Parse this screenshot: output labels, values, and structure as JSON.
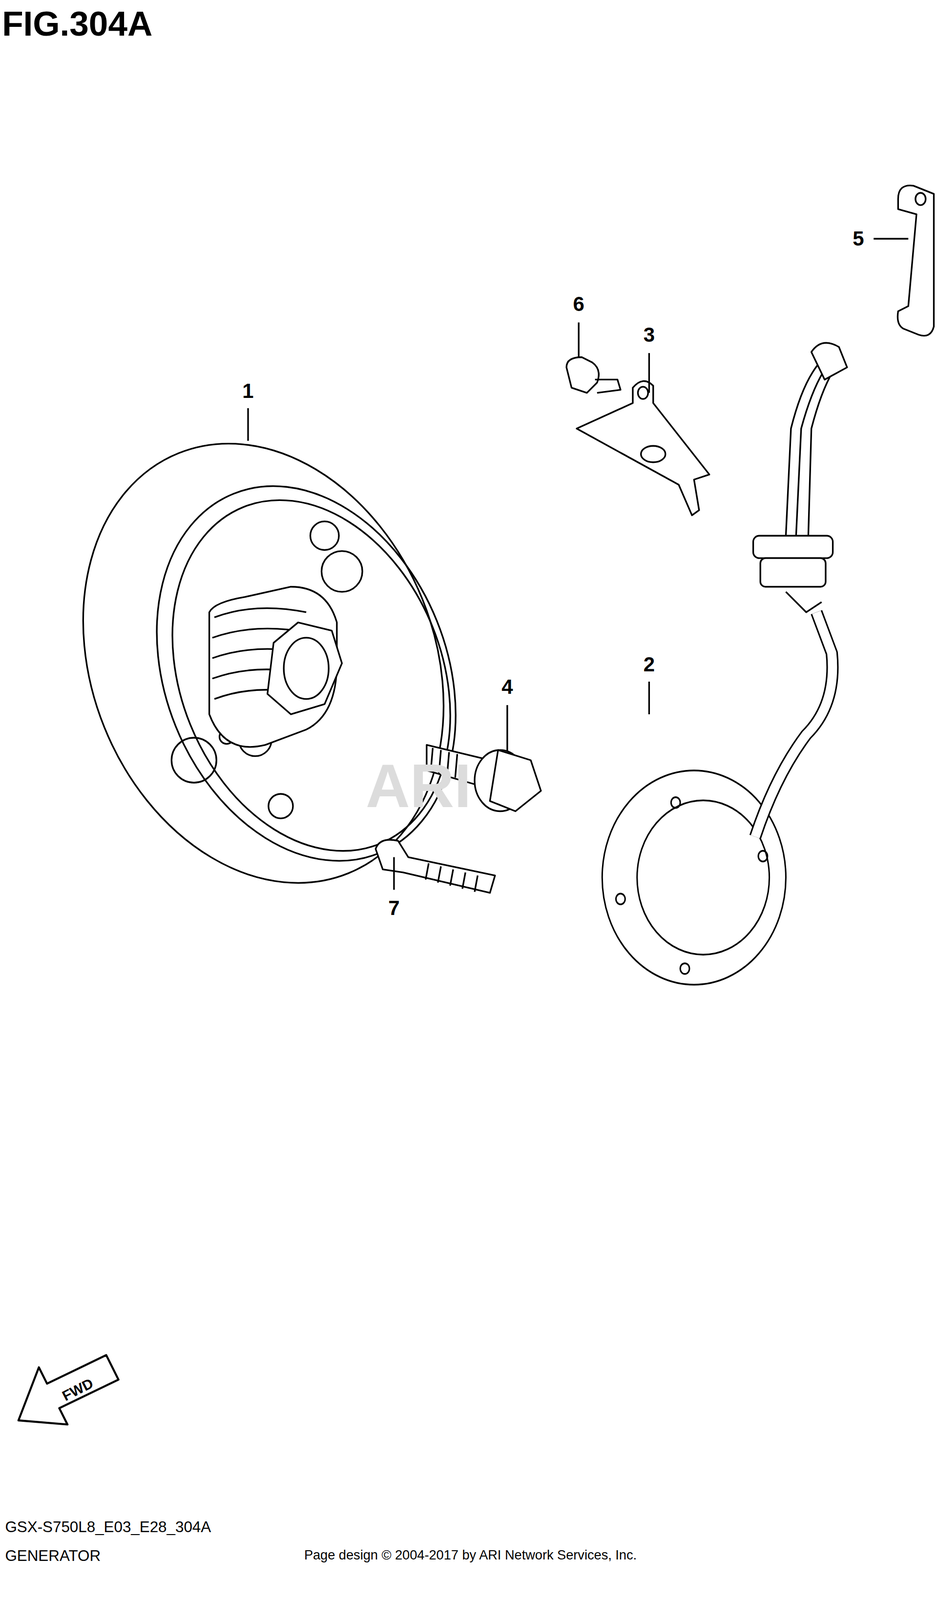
{
  "diagram": {
    "title": "FIG.304A",
    "caption": "GENERATOR",
    "labels": [
      "1",
      "2",
      "3",
      "4",
      "5",
      "6",
      "7",
      "FWD",
      "ARI",
      "GSX-S750L8_E03_E28_304A",
      "Page design © 2004-2017 by ARI Network Services, Inc."
    ]
  }
}
